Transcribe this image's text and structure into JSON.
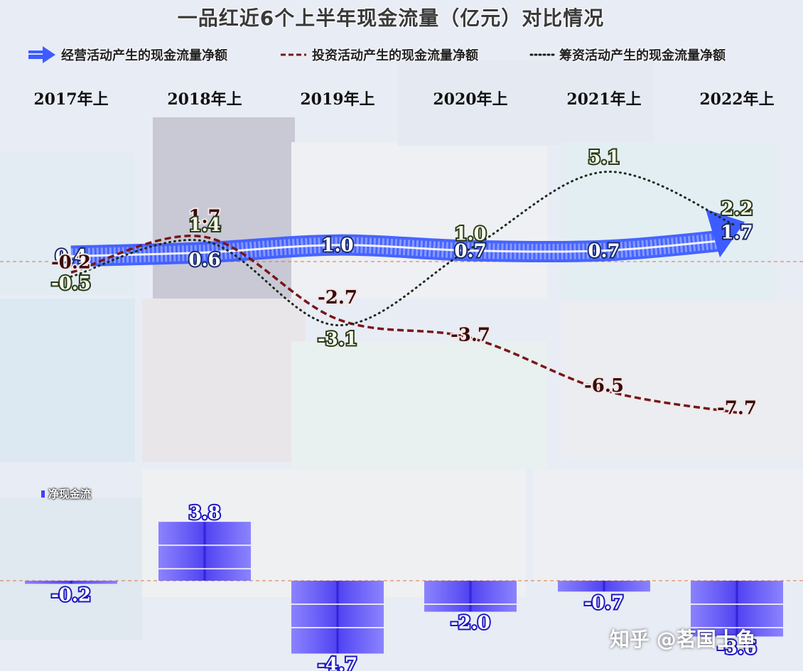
{
  "title": "一品红近6个上半年现金流量（亿元）对比情况",
  "legend": {
    "operating": "经营活动产生的现金流量净额",
    "investing": "投资活动产生的现金流量净额",
    "financing": "筹资活动产生的现金流量净额",
    "net": "净现金流"
  },
  "watermark": "知乎 @茗国士鱼",
  "colors": {
    "operating": "#3d5cff",
    "investing": "#7a1616",
    "financing": "#1f3a1f",
    "net": "#3b2fd0"
  },
  "chart_data": {
    "type": "line",
    "categories": [
      "2017年上",
      "2018年上",
      "2019年上",
      "2020年上",
      "2021年上",
      "2022年上"
    ],
    "series": [
      {
        "name": "经营活动产生的现金流量净额",
        "values": [
          0.4,
          0.6,
          1.0,
          0.7,
          0.7,
          1.7
        ],
        "labels": [
          "0.4",
          "0.6",
          "1.0",
          "0.7",
          "0.7",
          "1.7"
        ]
      },
      {
        "name": "投资活动产生的现金流量净额",
        "values": [
          -0.2,
          1.7,
          -2.7,
          -3.7,
          -6.5,
          -7.7
        ],
        "labels": [
          "-0.2",
          "1.7",
          "-2.7",
          "-3.7",
          "-6.5",
          "-7.7"
        ]
      },
      {
        "name": "筹资活动产生的现金流量净额",
        "values": [
          -0.5,
          1.4,
          -3.1,
          1.0,
          5.1,
          2.2
        ],
        "labels": [
          "-0.5",
          "1.4",
          "-3.1",
          "1.0",
          "5.1",
          "2.2"
        ]
      },
      {
        "name": "净现金流",
        "type": "bar",
        "values": [
          -0.2,
          3.8,
          -4.7,
          -2.0,
          -0.7,
          -3.6
        ],
        "labels": [
          "-0.2",
          "3.8",
          "-4.7",
          "-2.0",
          "-0.7",
          "-3.6"
        ]
      }
    ]
  }
}
